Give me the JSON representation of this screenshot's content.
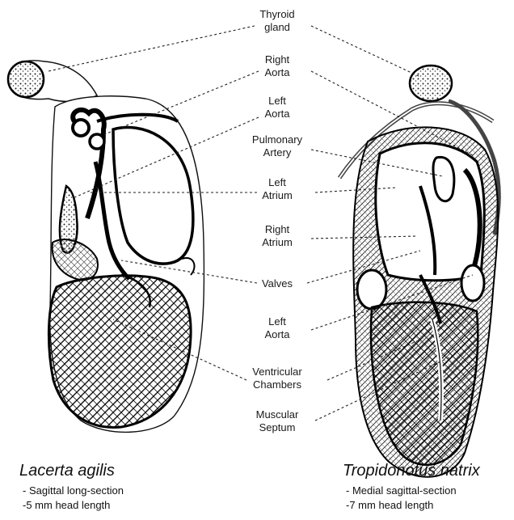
{
  "labels": {
    "thyroid": [
      "Thyroid",
      "gland"
    ],
    "right_aorta": [
      "Right",
      "Aorta"
    ],
    "left_aorta_top": [
      "Left",
      "Aorta"
    ],
    "pulmonary": [
      "Pulmonary",
      "Artery"
    ],
    "left_atrium": [
      "Left",
      "Atrium"
    ],
    "right_atrium": [
      "Right",
      "Atrium"
    ],
    "valves": [
      "Valves"
    ],
    "left_aorta_mid": [
      "Left",
      "Aorta"
    ],
    "ventricular": [
      "Ventricular",
      "Chambers"
    ],
    "septum": [
      "Muscular",
      "Septum"
    ]
  },
  "left_specimen": {
    "name": "Lacerta agilis",
    "notes": [
      "- Sagittal long-section",
      "-5 mm head length"
    ]
  },
  "right_specimen": {
    "name": "Tropidonotus natrix",
    "notes": [
      "- Medial sagittal-section",
      "-7  mm head length"
    ]
  }
}
